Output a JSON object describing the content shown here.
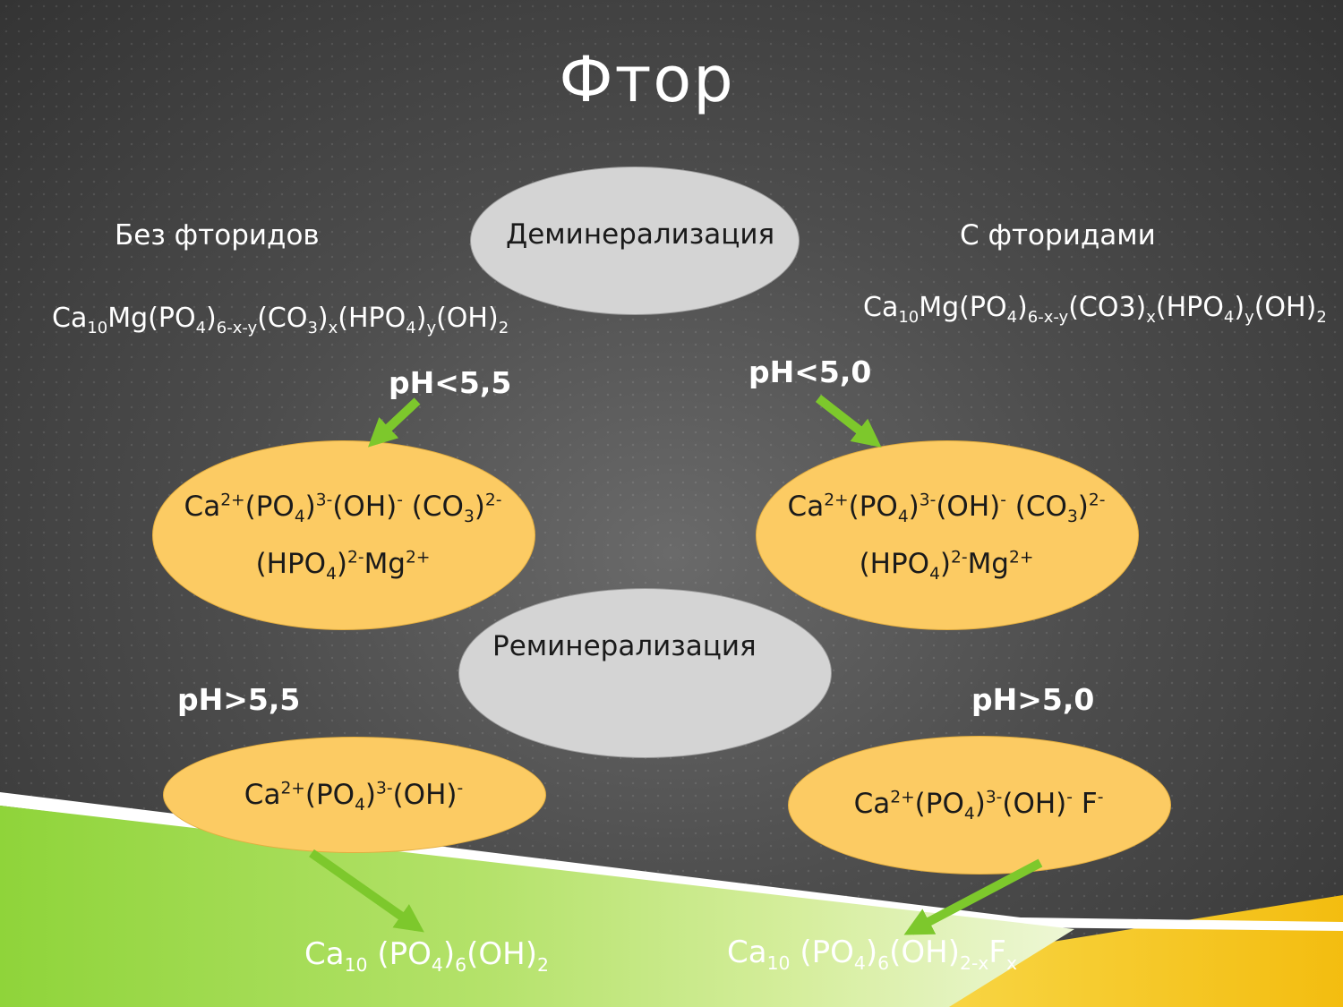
{
  "title": "Фтор",
  "left": {
    "heading": "Без фторидов",
    "formula": {
      "p1": "Ca",
      "s1": "10",
      "p2": "Mg(PO",
      "s2": "4",
      "p3": ")",
      "s3": "6-x-y",
      "p4": "(CO",
      "s4": "3",
      "p5": ")",
      "s5": "x",
      "p6": "(HPO",
      "s6": "4",
      "p7": ")",
      "s7": "y",
      "p8": "(OH)",
      "s8": "2"
    },
    "ph_low": "pH<5,5",
    "ph_high": "pH>5,5",
    "product": {
      "p1": "Ca",
      "s1": "10",
      "p2": " (PO",
      "s2": "4",
      "p3": ")",
      "s3": "6",
      "p4": "(OH)",
      "s4": "2"
    }
  },
  "right": {
    "heading": "С фторидами",
    "formula": {
      "p1": "Ca",
      "s1": "10",
      "p2": "Mg(PO",
      "s2": "4",
      "p3": ")",
      "s3": "6-x-y",
      "p4": "(CO3)",
      "s4": "x",
      "p5": "(HPO",
      "s5": "4",
      "p6": ")",
      "s6": "y",
      "p7": "(OH)",
      "s7": "2"
    },
    "ph_low": "pH<5,0",
    "ph_high": "pH>5,0",
    "product": {
      "p1": "Ca",
      "s1": "10",
      "p2": " (PO",
      "s2": "4",
      "p3": ")",
      "s3": "6",
      "p4": "(OH)",
      "s4": "2-x",
      "p5": "F",
      "s5": "x"
    }
  },
  "demineralization": "Деминерализация",
  "remineralization": "Реминерализация",
  "ion_mix": {
    "l1": {
      "p1": "Ca",
      "u1": "2+",
      "p2": "(PO",
      "d1": "4",
      "p3": ")",
      "u2": "3-",
      "p4": "(OH)",
      "u3": "-",
      "p5": " (CO",
      "d2": "3",
      "p6": ")",
      "u4": "2-"
    },
    "l2": {
      "p1": "(HPO",
      "d1": "4",
      "p2": ")",
      "u1": "2-",
      "p3": "Mg",
      "u2": "2+"
    }
  },
  "ion_left": {
    "p1": "Ca",
    "u1": "2+",
    "p2": "(PO",
    "d1": "4",
    "p3": ")",
    "u2": "3-",
    "p4": "(OH)",
    "u3": "-"
  },
  "ion_right": {
    "p1": "Ca",
    "u1": "2+",
    "p2": "(PO",
    "d1": "4",
    "p3": ")",
    "u2": "3-",
    "p4": "(OH)",
    "u3": "-",
    "p5": " F",
    "u4": "-"
  },
  "colors": {
    "arrow": "#7dc82c",
    "orange_ellipse": "#fccb63",
    "gray_ellipse": "#d4d4d4",
    "green_band": "#8fd43a",
    "yellow_band": "#f6c515"
  }
}
